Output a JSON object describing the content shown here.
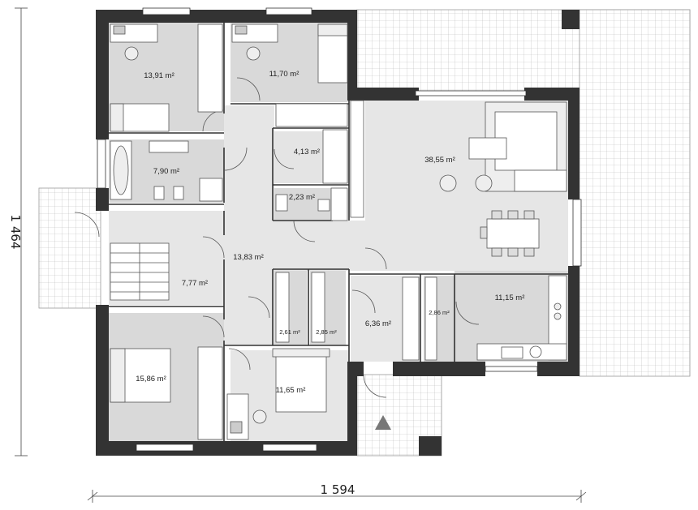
{
  "plan": {
    "dimensions": {
      "width": "1 594",
      "height": "1 464"
    },
    "rooms": [
      {
        "id": "bedroom-nw",
        "area": "13,91 m²"
      },
      {
        "id": "bedroom-n",
        "area": "11,70 m²"
      },
      {
        "id": "living",
        "area": "38,55 m²"
      },
      {
        "id": "bathroom",
        "area": "7,90 m²"
      },
      {
        "id": "storage",
        "area": "4,13 m²"
      },
      {
        "id": "wc",
        "area": "2,23 m²"
      },
      {
        "id": "hall",
        "area": "13,83 m²"
      },
      {
        "id": "stairs",
        "area": "7,77 m²"
      },
      {
        "id": "kitchen",
        "area": "11,15 m²"
      },
      {
        "id": "entrance",
        "area": "6,36 m²"
      },
      {
        "id": "closet-1",
        "area": "2,61 m²"
      },
      {
        "id": "closet-2",
        "area": "2,85 m²"
      },
      {
        "id": "closet-3",
        "area": "2,86 m²"
      },
      {
        "id": "bedroom-sw",
        "area": "15,86 m²"
      },
      {
        "id": "bedroom-s",
        "area": "11,65 m²"
      }
    ]
  }
}
